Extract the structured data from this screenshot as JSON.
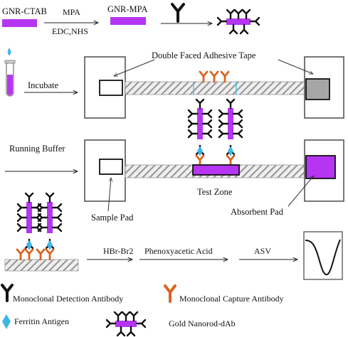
{
  "labels": {
    "gnr_ctab": "GNR-CTAB",
    "mpa": "MPA",
    "edc_nhs": "EDC,NHS",
    "gnr_mpa": "GNR-MPA",
    "double_tape": "Double Faced Adhesive Tape",
    "incubate": "Incubate",
    "running_buffer": "Running Buffer",
    "test_zone": "Test Zone",
    "sample_pad": "Sample Pad",
    "absorbent_pad": "Absorbent Pad",
    "hbr_br2": "HBr-Br2",
    "phenoxyacetic": "Phenoxyacetic Acid",
    "asv": "ASV"
  },
  "legend": {
    "detection": "Monoclonal Detection Antibody",
    "capture": "Monoclonal Capture Antibody",
    "ferritin": "Ferritin Antigen",
    "gold_nanorod": "Gold Nanorod-dAb"
  },
  "colors": {
    "nanorod": "#b535f2",
    "capture_antibody": "#d9641f",
    "antigen": "#3fb6e8",
    "absorbent_gray": "#a6a6a6",
    "tape_fill": "#e9e9e9"
  }
}
